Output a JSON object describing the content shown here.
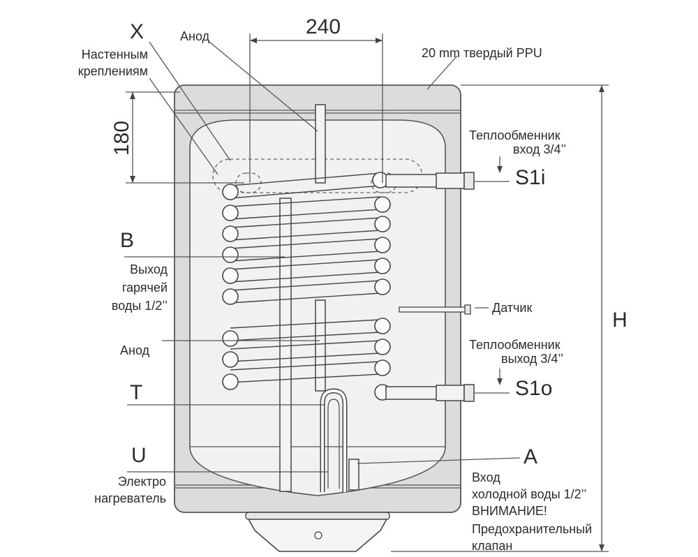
{
  "dimensions": {
    "width_label": "240",
    "height_label": "180",
    "total_height_label": "H"
  },
  "labels": {
    "x_letter": "X",
    "wall_mount_1": "Настенным",
    "wall_mount_2": "креплениям",
    "anode_top": "Анод",
    "insulation": "20 mm твердый PPU",
    "exch_in_1": "Теплообменник",
    "exch_in_2": "вход  3/4’’",
    "s1i": "S1i",
    "b_letter": "B",
    "hot_out_1": "Выход",
    "hot_out_2": "гарячей",
    "hot_out_3": "воды  1/2’’",
    "sensor": "Датчик",
    "anode_bottom": "Анод",
    "exch_out_1": "Теплообменник",
    "exch_out_2": "выход  3/4’’",
    "s1o": "S1o",
    "t_letter": "T",
    "u_letter": "U",
    "a_letter": "A",
    "heater_1": "Электро",
    "heater_2": "нагреватель",
    "cold_in_1": "Вход",
    "cold_in_2": "холодной воды 1/2’’",
    "warning": "ВНИМАНИЕ!",
    "valve_1": "Предохранительный",
    "valve_2": "клапан"
  },
  "colors": {
    "outer_shell": "#dcdcdc",
    "inner_tank": "#f1f1f1",
    "stroke": "#444444"
  }
}
